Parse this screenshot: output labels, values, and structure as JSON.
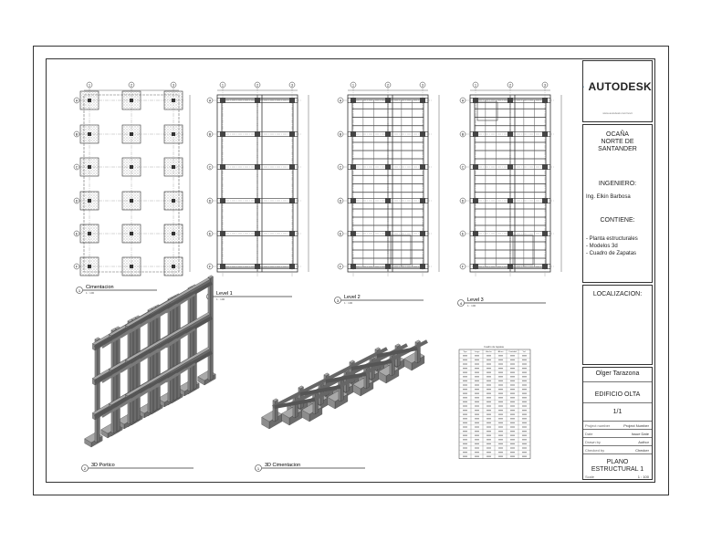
{
  "views": {
    "cimentacion": {
      "number": "1",
      "name": "Cimentacion",
      "scale": "1 : 100"
    },
    "level1": {
      "number": "2",
      "name": "Level 1",
      "scale": "1 : 100"
    },
    "level2": {
      "number": "3",
      "name": "Level 2",
      "scale": "1 : 100"
    },
    "level3": {
      "number": "4",
      "name": "Level 3",
      "scale": "1 : 100"
    },
    "porticos": {
      "number": "2",
      "name": "3D Portico"
    },
    "cimentacion3d": {
      "number": "1",
      "name": "3D Cimentacion"
    }
  },
  "grid": {
    "columns": [
      "1",
      "2",
      "3"
    ],
    "rows": [
      "A",
      "B",
      "C",
      "D",
      "E",
      "F"
    ]
  },
  "schedule": {
    "title": "Cuadro de zapatas",
    "headers": [
      "Tipo",
      "Largo",
      "Ancho",
      "Altura",
      "Cantidad",
      "Vol."
    ]
  },
  "title_block": {
    "brand": "AUTODESK",
    "brand_url": "www.autodesk.com/revit",
    "location": [
      "OCAÑA",
      "NORTE DE",
      "SANTANDER"
    ],
    "engineer_label": "INGENIERO:",
    "engineer_name": "Ing. Elkin Barbosa",
    "contains_label": "CONTIENE:",
    "contains_items": [
      "- Planta estructurales",
      "- Modelos 3d",
      "- Cuadro de Zapatas"
    ],
    "localizacion_label": "LOCALIZACION:",
    "author": "Olger Tarazona",
    "project": "EDIFICIO OLTA",
    "sheet_count": "1/1",
    "fields": [
      {
        "k": "Project number",
        "v": "Project Number"
      },
      {
        "k": "Date",
        "v": "Issue Date"
      },
      {
        "k": "Drawn by",
        "v": "Author"
      },
      {
        "k": "Checked by",
        "v": "Checker"
      }
    ],
    "sheet_title_1": "PLANO",
    "sheet_title_2": "ESTRUCTURAL 1",
    "scale_label": "Scale",
    "scale_value": "1 : 100"
  },
  "colors": {
    "line": "#333333",
    "hatch": "#888888",
    "model": "#777777",
    "model_dark": "#4f4f4f",
    "model_light": "#a8a8a8"
  }
}
